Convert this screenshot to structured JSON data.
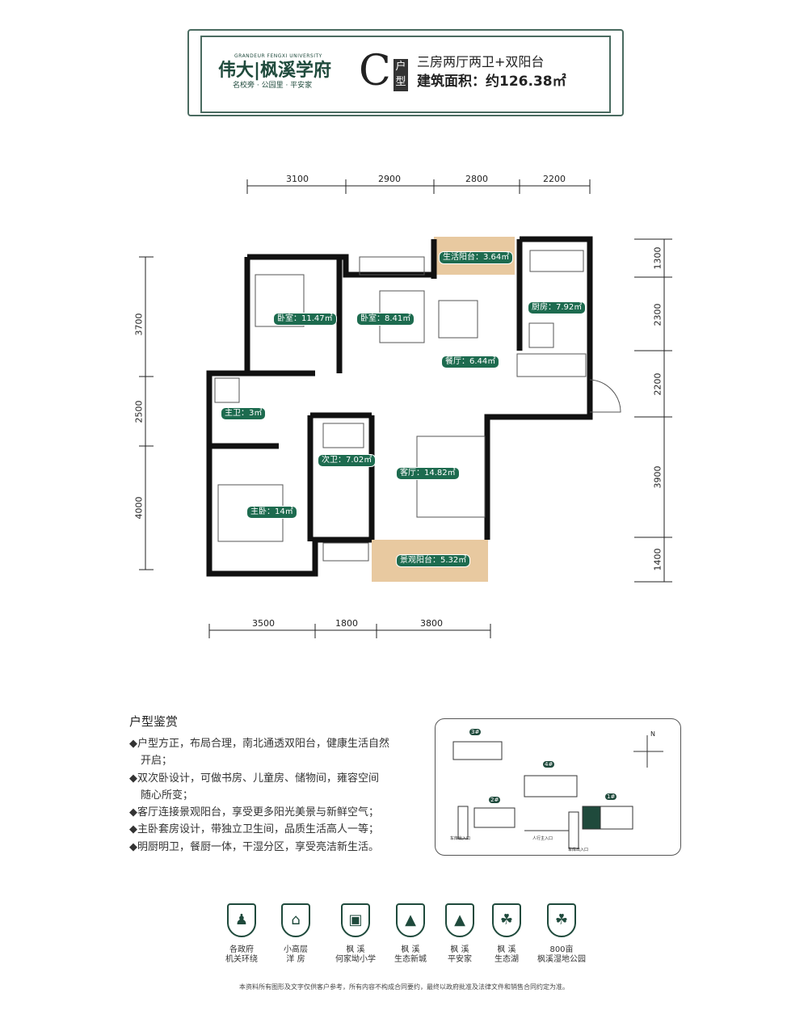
{
  "header": {
    "logo_en": "GRANDEUR FENGXI UNIVERSITY",
    "logo_cn": "伟大|枫溪学府",
    "logo_slogan": "名校旁 · 公园里 · 平安家",
    "unit_letter": "C",
    "unit_tag": "户型",
    "layout": "三房两厅两卫+双阳台",
    "area": "建筑面积：约126.38㎡"
  },
  "dims": {
    "top": [
      "3100",
      "2900",
      "2800",
      "2200"
    ],
    "bottom": [
      "3500",
      "1800",
      "3800"
    ],
    "left": [
      "3700",
      "2500",
      "4000"
    ],
    "right": [
      "1300",
      "2300",
      "2200",
      "3900",
      "1400"
    ]
  },
  "rooms": {
    "utility_balcony": "生活阳台：3.64㎡",
    "bedroom1": "卧室：11.47㎡",
    "bedroom2": "卧室：8.41㎡",
    "kitchen": "厨房：7.92㎡",
    "dining": "餐厅：6.44㎡",
    "master_bath": "主卫：3㎡",
    "bath2": "次卫：7.02㎡",
    "living": "客厅：14.82㎡",
    "master_bedroom": "主卧：14㎡",
    "view_balcony": "景观阳台：5.32㎡"
  },
  "intro": {
    "title": "户型鉴赏",
    "lines": [
      "◆户型方正，布局合理，南北通透双阳台，健康生活自然",
      "开启；",
      "◆双次卧设计，可做书房、儿童房、储物间，雍容空间",
      "随心所变；",
      "◆客厅连接景观阳台，享受更多阳光美景与新鲜空气；",
      "◆主卧套房设计，带独立卫生间，品质生活高人一等；",
      "◆明厨明卫，餐厨一体，干湿分区，享受亮洁新生活。"
    ]
  },
  "siteplan": {
    "buildings": [
      "3#",
      "4#",
      "2#",
      "1#"
    ],
    "north": "N",
    "entrances": [
      "车库出入口",
      "人行主入口",
      "车库出入口"
    ]
  },
  "features": [
    [
      "各政府",
      "机关环绕"
    ],
    [
      "小高层",
      "洋 房"
    ],
    [
      "枫 溪",
      "何家坳小学"
    ],
    [
      "枫 溪",
      "生态新城"
    ],
    [
      "枫 溪",
      "平安家"
    ],
    [
      "枫 溪",
      "生态湖"
    ],
    [
      "800亩",
      "枫溪湿地公园"
    ]
  ],
  "disclaimer": "本资料所有图形及文字仅供客户参考，所有内容不构成合同要约，最终以政府批准及法律文件和销售合同约定为准。",
  "colors": {
    "brand": "#1f4a3c",
    "tag": "#1d6b4f",
    "balcony": "#e8c9a0"
  }
}
